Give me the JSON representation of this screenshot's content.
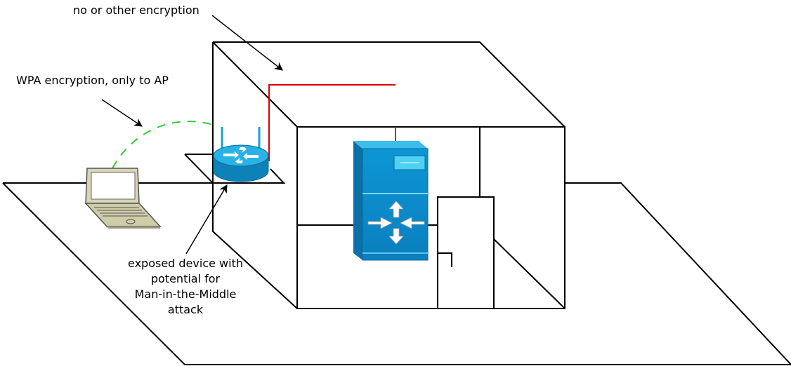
{
  "labels": {
    "no_encryption": "no or other encryption",
    "wpa": "WPA encryption, only to AP",
    "exposed_lines": [
      "exposed device with",
      "potential for",
      "Man-in-the-Middle",
      "attack"
    ]
  },
  "colors": {
    "wired_link": "#dd0000",
    "wireless_link": "#33cc33",
    "server_blue": "#0a8fd0",
    "router_blue": "#1aa3d6",
    "laptop_body": "#d8d5b8"
  },
  "icons": {
    "laptop": "laptop-icon",
    "router": "wireless-router-icon",
    "server": "switch-server-icon"
  }
}
